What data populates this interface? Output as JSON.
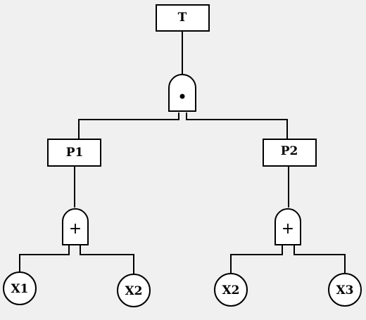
{
  "fault_tree": {
    "top_event": {
      "label": "T"
    },
    "top_gate": {
      "type": "AND",
      "symbol": "•"
    },
    "intermediate_events": [
      {
        "id": "p1",
        "label": "P1",
        "gate": {
          "type": "OR",
          "symbol": "+"
        },
        "inputs": [
          "X1",
          "X2"
        ]
      },
      {
        "id": "p2",
        "label": "P2",
        "gate": {
          "type": "OR",
          "symbol": "+"
        },
        "inputs": [
          "X2",
          "X3"
        ]
      }
    ],
    "basic_events": [
      {
        "id": "x1",
        "label": "X1"
      },
      {
        "id": "x2a",
        "label": "X2"
      },
      {
        "id": "x2b",
        "label": "X2"
      },
      {
        "id": "x3",
        "label": "X3"
      }
    ]
  },
  "colors": {
    "background": "#f0f0f0",
    "stroke": "#000000"
  }
}
